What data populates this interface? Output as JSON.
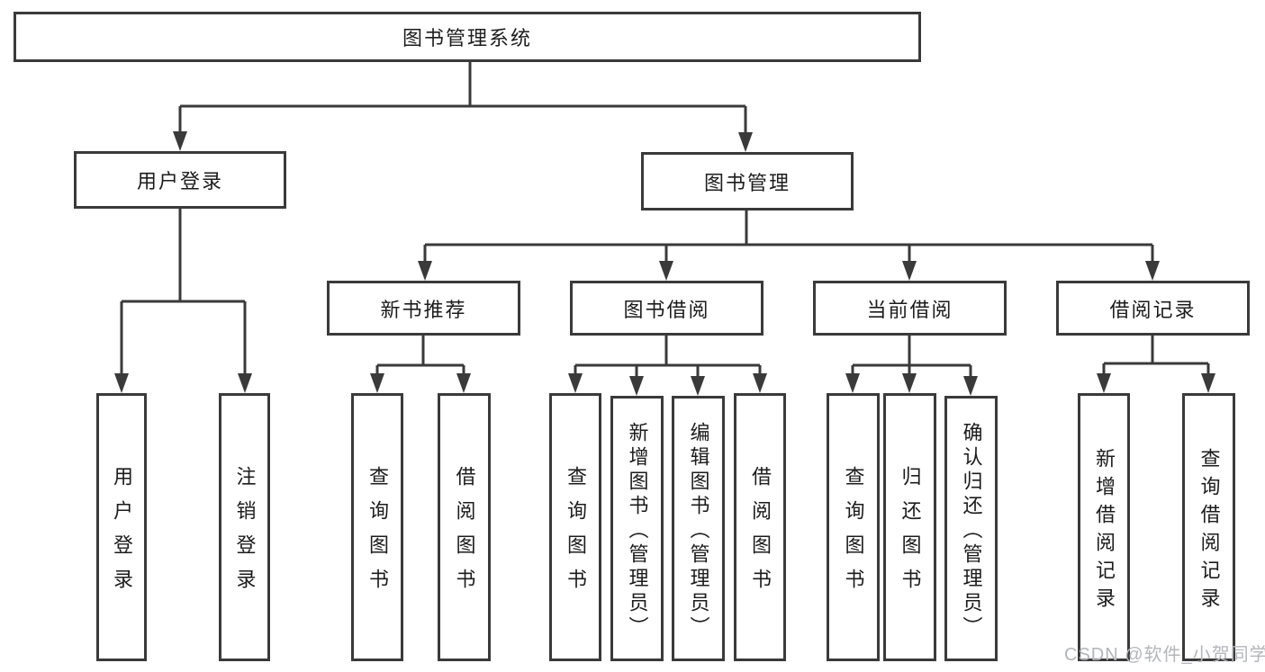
{
  "nodes": {
    "root": "图书管理系统",
    "user_login": "用户登录",
    "book_management": "图书管理",
    "new_book_recommend": "新书推荐",
    "book_borrow": "图书借阅",
    "current_borrow": "当前借阅",
    "borrow_record": "借阅记录",
    "leaf_user_login": "用户登录",
    "leaf_logout_login": "注销登录",
    "leaf_query_book_recommend": "查询图书",
    "leaf_borrow_book_recommend": "借阅图书",
    "leaf_query_book_borrow": "查询图书",
    "leaf_add_book_admin": "新增图书（管理员）",
    "leaf_edit_book_admin": "编辑图书（管理员）",
    "leaf_borrow_book_borrow": "借阅图书",
    "leaf_query_book_current": "查询图书",
    "leaf_return_book": "归还图书",
    "leaf_confirm_return_admin": "确认归还（管理员）",
    "leaf_add_borrow_record": "新增借阅记录",
    "leaf_query_borrow_record": "查询借阅记录"
  },
  "watermark": "CSDN @软件_小贺同学",
  "colors": {
    "line": "#3a3a3a",
    "text": "#1c1c1c",
    "watermark": "#b4b6ba",
    "background": "#ffffff"
  }
}
